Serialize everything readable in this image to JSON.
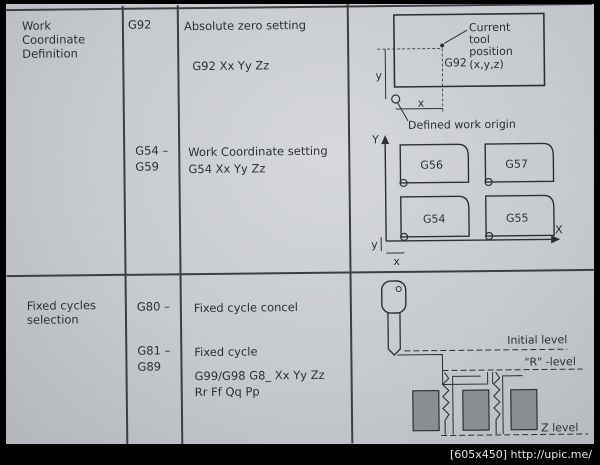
{
  "rows": [
    {
      "category": "Work Coordinate Definition",
      "entries": [
        {
          "code": "G92",
          "title": "Absolute zero setting",
          "syntax": "G92 Xx Yy Zz"
        },
        {
          "code_start": "G54 –",
          "code_end": "G59",
          "title": "Work Coordinate setting",
          "syntax": "G54 Xx Yy Zz"
        }
      ]
    },
    {
      "category": "Fixed cycles selection",
      "entries": [
        {
          "code": "G80 –",
          "title": "Fixed cycle concel"
        },
        {
          "code_start": "G81 –",
          "code_end": "G89",
          "title": "Fixed cycle",
          "syntax_line1": "G99/G98 G8_ Xx Yy Zz",
          "syntax_line2": "Rr Ff Qq Pp"
        }
      ]
    }
  ],
  "diagram_g92": {
    "box_label": "G92",
    "callout_line1": "Current",
    "callout_line2": "tool",
    "callout_line3": "position",
    "callout_line4": "(x,y,z)",
    "y_label": "y",
    "x_label": "x",
    "origin_label": "Defined work origin"
  },
  "diagram_g54": {
    "axis_y": "Y",
    "axis_x": "X",
    "boxes": [
      "G56",
      "G57",
      "G54",
      "G55"
    ],
    "y_dim": "y",
    "x_dim": "x"
  },
  "diagram_cycle": {
    "initial": "Initial level",
    "r_level": "\"R\" -level",
    "z_level": "Z level"
  },
  "footer": {
    "caption": "[605x450] http://upic.me/"
  }
}
